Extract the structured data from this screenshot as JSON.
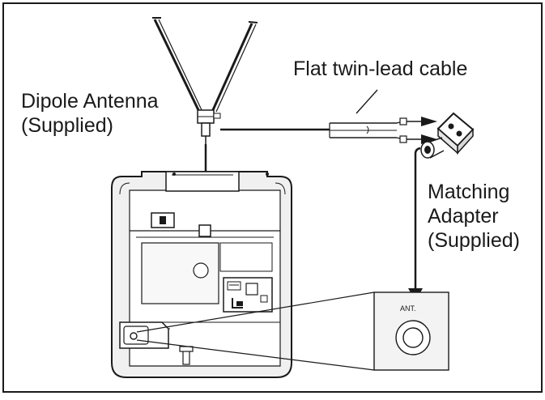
{
  "labels": {
    "cable": "Flat twin-lead cable",
    "dipole": {
      "line1": "Dipole Antenna",
      "line2": "(Supplied)"
    },
    "adapter": {
      "line1": "Matching",
      "line2": "Adapter",
      "line3": "(Supplied)"
    },
    "terminal": "ANT."
  },
  "colors": {
    "line": "#1a1a1a",
    "background": "#ffffff",
    "tv_shade": "#f0f0f0",
    "panel_shade": "#f3f3f3"
  }
}
